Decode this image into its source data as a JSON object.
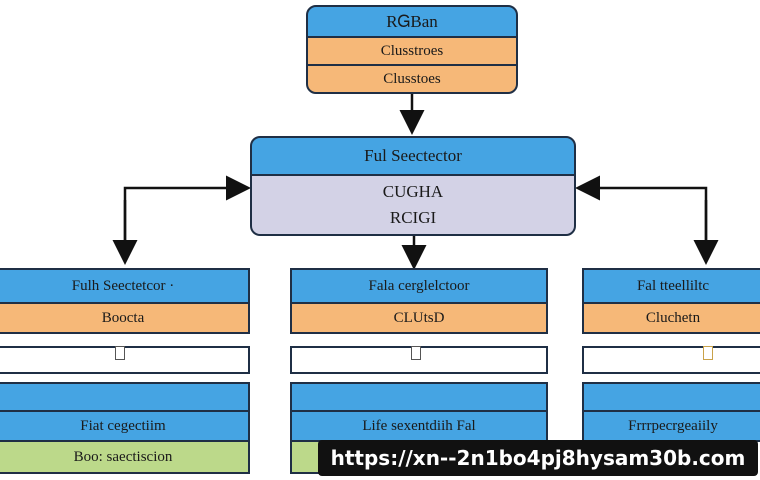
{
  "top_class": {
    "title": "RᏀBan",
    "row1": "Clusstroes",
    "row2": "Clusstoes"
  },
  "center_class": {
    "title": "Ful Seectector",
    "body1": "CUGHA",
    "body2": "RCIGI"
  },
  "left_class": {
    "title": "Fulh Seectetcor ·",
    "row1": "Boocta",
    "row3": "Fiat cegectiim",
    "row4": "Boo: saectiscion"
  },
  "middle_class": {
    "title": "Fala cerglelctoor",
    "row1": "CLUtsD",
    "row3": "Life sexentdiih Fal"
  },
  "right_class": {
    "title": "Fal tteelliltc",
    "row1": "Cluchetn",
    "row3": "Frrrpecrgeaiily"
  },
  "watermark": "https://xn--2n1bo4pj8hysam30b.com",
  "colors": {
    "header_blue": "#45a4e3",
    "attr_orange": "#f6b878",
    "body_lavender": "#d3d2e6",
    "footer_green": "#bcd98a",
    "outline": "#1f2f45"
  }
}
